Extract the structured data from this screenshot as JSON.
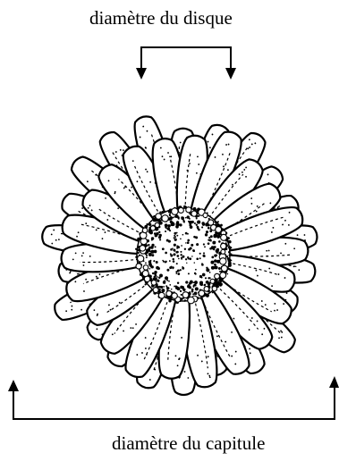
{
  "figure": {
    "subject": "daisy flower head (line drawing)",
    "ink_color": "#000000",
    "paper_color": "#ffffff"
  },
  "labels": {
    "disc_diameter": "diamètre du disque",
    "head_diameter": "diamètre du capitule"
  }
}
